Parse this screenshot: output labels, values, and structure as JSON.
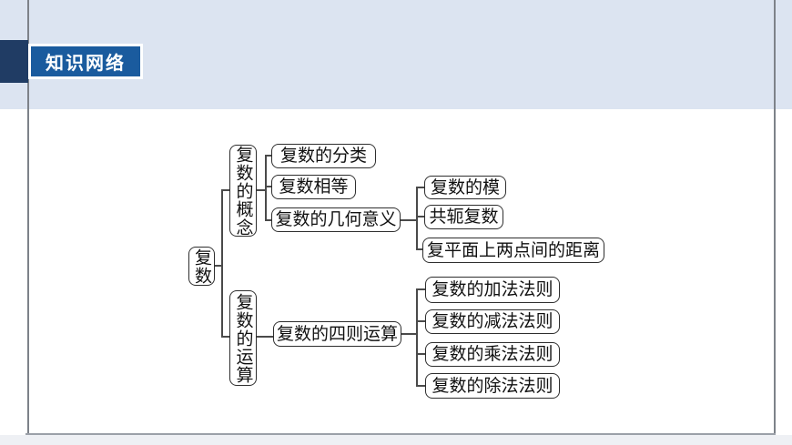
{
  "header": {
    "title": "知识网络"
  },
  "diagram": {
    "root": {
      "label": "复数"
    },
    "branches": [
      {
        "label": "复数的概念",
        "children": [
          {
            "label": "复数的分类"
          },
          {
            "label": "复数相等"
          },
          {
            "label": "复数的几何意义",
            "children": [
              {
                "label": "复数的模"
              },
              {
                "label": "共轭复数"
              },
              {
                "label": "复平面上两点间的距离"
              }
            ]
          }
        ]
      },
      {
        "label": "复数的运算",
        "children": [
          {
            "label": "复数的四则运算",
            "children": [
              {
                "label": "复数的加法法则"
              },
              {
                "label": "复数的减法法则"
              },
              {
                "label": "复数的乘法法则"
              },
              {
                "label": "复数的除法法则"
              }
            ]
          }
        ]
      }
    ]
  },
  "colors": {
    "top_band": "#dce4f1",
    "banner_blue": "#1a5b9e",
    "banner_navy": "#203c64",
    "banner_text": "#ffffff",
    "frame_line": "#7d8289",
    "node_border": "#2e2e2e",
    "connector": "#4a4a4a"
  }
}
